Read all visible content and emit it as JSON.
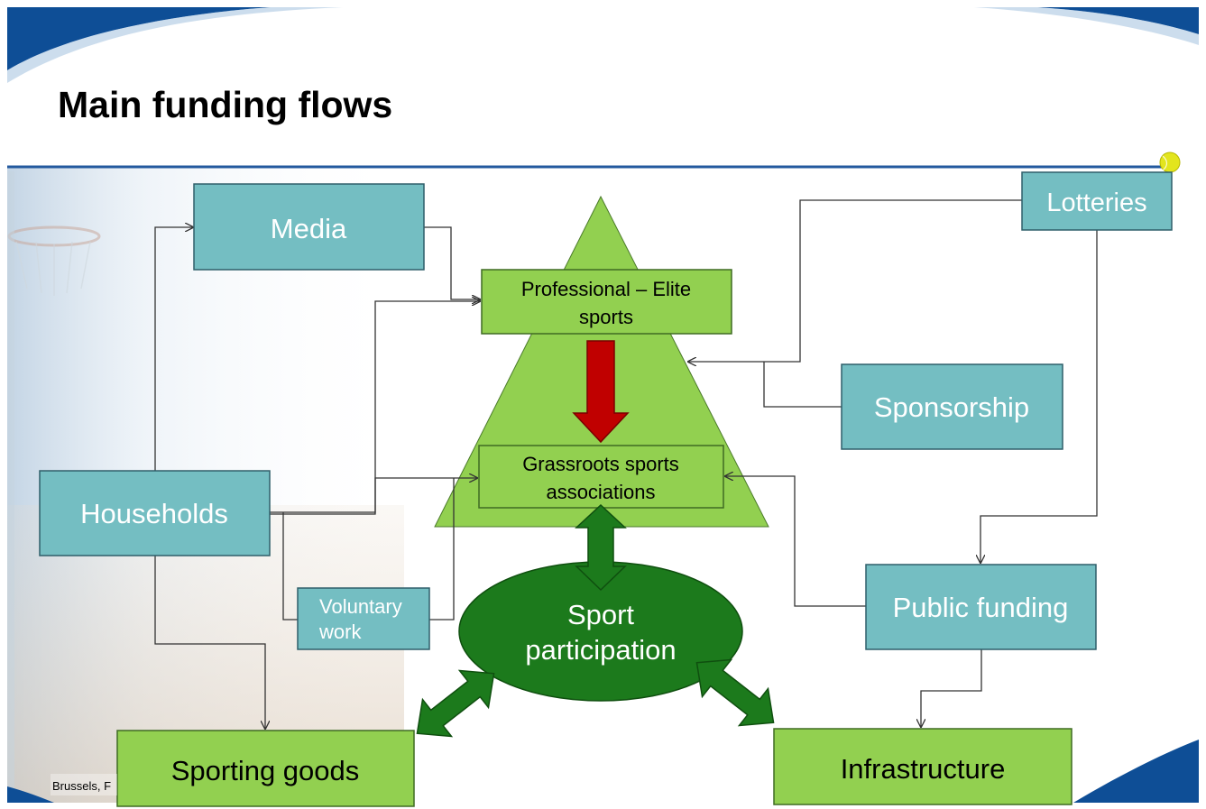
{
  "slide": {
    "title": "Main funding flows",
    "footer": "Brussels, F"
  },
  "nodes": {
    "media": "Media",
    "lotteries": "Lotteries",
    "professional_line1": "Professional – Elite",
    "professional_line2": "sports",
    "sponsorship": "Sponsorship",
    "grassroots_line1": "Grassroots sports",
    "grassroots_line2": "associations",
    "households": "Households",
    "voluntary_line1": "Voluntary",
    "voluntary_line2": "work",
    "sport_line1": "Sport",
    "sport_line2": "participation",
    "public_funding": "Public funding",
    "sporting_goods": "Sporting goods",
    "infrastructure": "Infrastructure"
  },
  "colors": {
    "teal_box": "#74BEC2",
    "light_green": "#92D050",
    "dark_green": "#1C7A1C",
    "red_arrow": "#C00000",
    "band_blue": "#0E4E96"
  }
}
